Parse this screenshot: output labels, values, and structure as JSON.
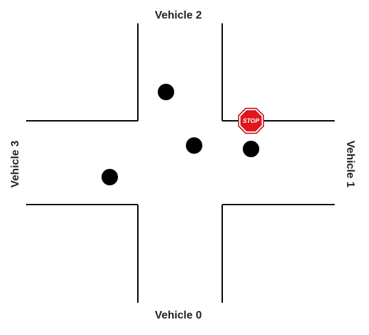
{
  "labels": {
    "top": "Vehicle 2",
    "bottom": "Vehicle 0",
    "left": "Vehicle 3",
    "right": "Vehicle 1"
  },
  "stop_sign": {
    "text": "STOP",
    "fill_color": "#e0161b",
    "border_color": "#ffffff",
    "outline_color": "#b00d10"
  },
  "vehicles_count_drawn": 4,
  "colors": {
    "road_lines": "#000000",
    "vehicle": "#000000",
    "background": "#ffffff"
  }
}
